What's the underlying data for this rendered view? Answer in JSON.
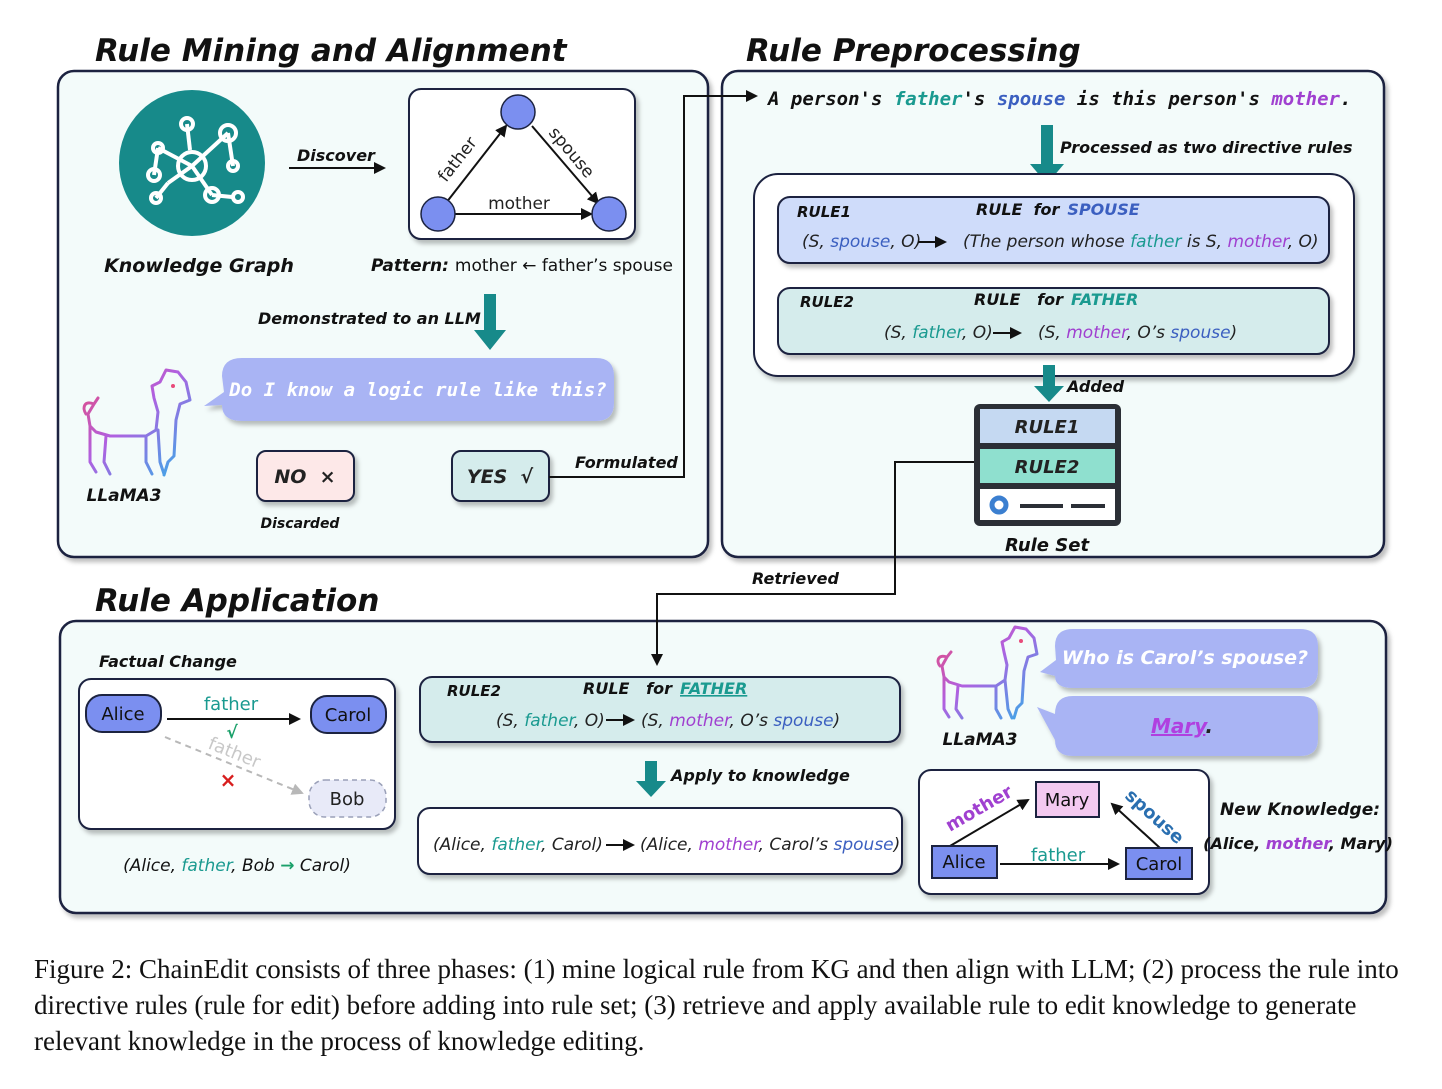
{
  "sections": {
    "mining_title": "Rule Mining and Alignment",
    "preprocessing_title": "Rule Preprocessing",
    "application_title": "Rule Application"
  },
  "mining": {
    "kg_label": "Knowledge Graph",
    "discover_label": "Discover",
    "edge_father": "father",
    "edge_spouse": "spouse",
    "edge_mother": "mother",
    "pattern_prefix": "Pattern:",
    "pattern_text": "mother ← father’s spouse",
    "demonstrated_label": "Demonstrated to an LLM",
    "question": "Do I know a logic rule like this?",
    "llama_label": "LLaMA3",
    "no_label": "NO  ×",
    "yes_label": "YES  √",
    "discarded_label": "Discarded",
    "formulated_label": "Formulated"
  },
  "preprocessing": {
    "sentence": {
      "p1": "A person's ",
      "father": "father",
      "p2": "'s ",
      "spouse": "spouse",
      "p3": " is this person's ",
      "mother": "mother",
      "p4": "."
    },
    "processed_label": "Processed as two directive rules",
    "rule1": {
      "id": "RULE1",
      "head": "RULE  for",
      "target": "SPOUSE",
      "lhs": [
        "(S, ",
        "spouse",
        ", O)"
      ],
      "rhs": [
        "(The person whose ",
        "father",
        " is S, ",
        "mother",
        ", O)"
      ]
    },
    "rule2": {
      "id": "RULE2",
      "head": "RULE   for",
      "target": "FATHER",
      "lhs": [
        "(S, ",
        "father",
        ", O)"
      ],
      "rhs": [
        "(S, ",
        "mother",
        ", O’s ",
        "spouse",
        ")"
      ]
    },
    "added_label": "Added",
    "ruleset": {
      "rule1": "RULE1",
      "rule2": "RULE2",
      "label": "Rule Set"
    }
  },
  "application": {
    "retrieved_label": "Retrieved",
    "factual_change_label": "Factual Change",
    "node_alice": "Alice",
    "node_carol": "Carol",
    "node_bob": "Bob",
    "edge_father": "father",
    "check_mark": "√",
    "cross_mark": "×",
    "change_text": [
      "(Alice, ",
      "father",
      ", Bob ",
      "→",
      " Carol)"
    ],
    "rule2": {
      "id": "RULE2",
      "head": "RULE   for",
      "target": "FATHER",
      "lhs": [
        "(S, ",
        "father",
        ", O)"
      ],
      "rhs": [
        "(S, ",
        "mother",
        ", O’s ",
        "spouse",
        ")"
      ]
    },
    "apply_label": "Apply to knowledge",
    "applied": {
      "lhs": [
        "(Alice, ",
        "father",
        ", Carol)"
      ],
      "rhs": [
        "(Alice, ",
        "mother",
        ", Carol’s ",
        "spouse",
        ")"
      ]
    },
    "question": "Who is Carol’s spouse?",
    "answer_name": "Mary",
    "answer_dot": ".",
    "llama_label": "LLaMA3",
    "kg_nodes": {
      "mary": "Mary",
      "alice": "Alice",
      "carol": "Carol"
    },
    "kg_edges": {
      "mother": "mother",
      "spouse": "spouse",
      "father": "father"
    },
    "new_knowledge_label": "New Knowledge:",
    "new_knowledge_text": [
      "(Alice, ",
      "mother",
      ", Mary)"
    ]
  },
  "caption": "Figure 2: ChainEdit consists of three phases: (1) mine logical rule from KG and then align with LLM; (2) process the rule into directive rules (rule for edit) before adding into rule set; (3) retrieve and apply available rule to edit knowledge to generate relevant knowledge in the process of knowledge editing.",
  "colors": {
    "panel_bg": "#f3fbfa",
    "panel_border": "#1c2340",
    "teal": "#178a8a",
    "teal_text": "#1a9a90",
    "blue_text": "#3b5fc0",
    "purple_text": "#a040d0",
    "node_blue": "#7b8ff0",
    "bubble": "#a9b4f4",
    "rule1_bg": "#cfdcfa",
    "rule2_bg": "#d5ecec",
    "mary_bg": "#f3c9f0"
  }
}
